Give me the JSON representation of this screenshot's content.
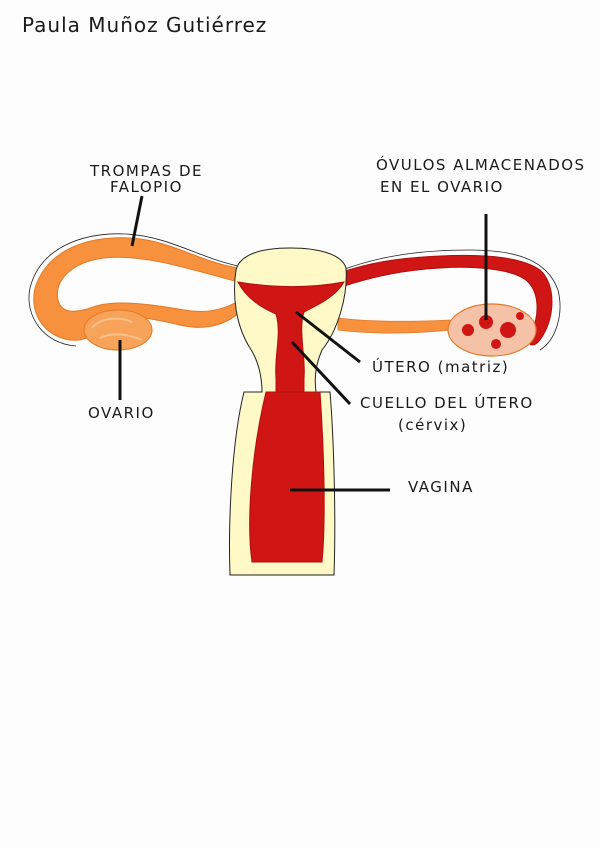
{
  "author": "Paula Muñoz Gutiérrez",
  "labels": {
    "fallopian": [
      "TROMPAS DE",
      "FALOPIO"
    ],
    "ovules": [
      "ÓVULOS ALMACENADOS",
      "EN EL OVARIO"
    ],
    "ovary": "OVARIO",
    "uterus": "ÚTERO (matriz)",
    "cervix": [
      "CUELLO DEL ÚTERO",
      "(cérvix)"
    ],
    "vagina": "VAGINA"
  },
  "colors": {
    "tube": "#f7913d",
    "red": "#d01515",
    "cream": "#fff9c8",
    "ovary_pink": "#f5c2a8",
    "line": "#111111"
  }
}
